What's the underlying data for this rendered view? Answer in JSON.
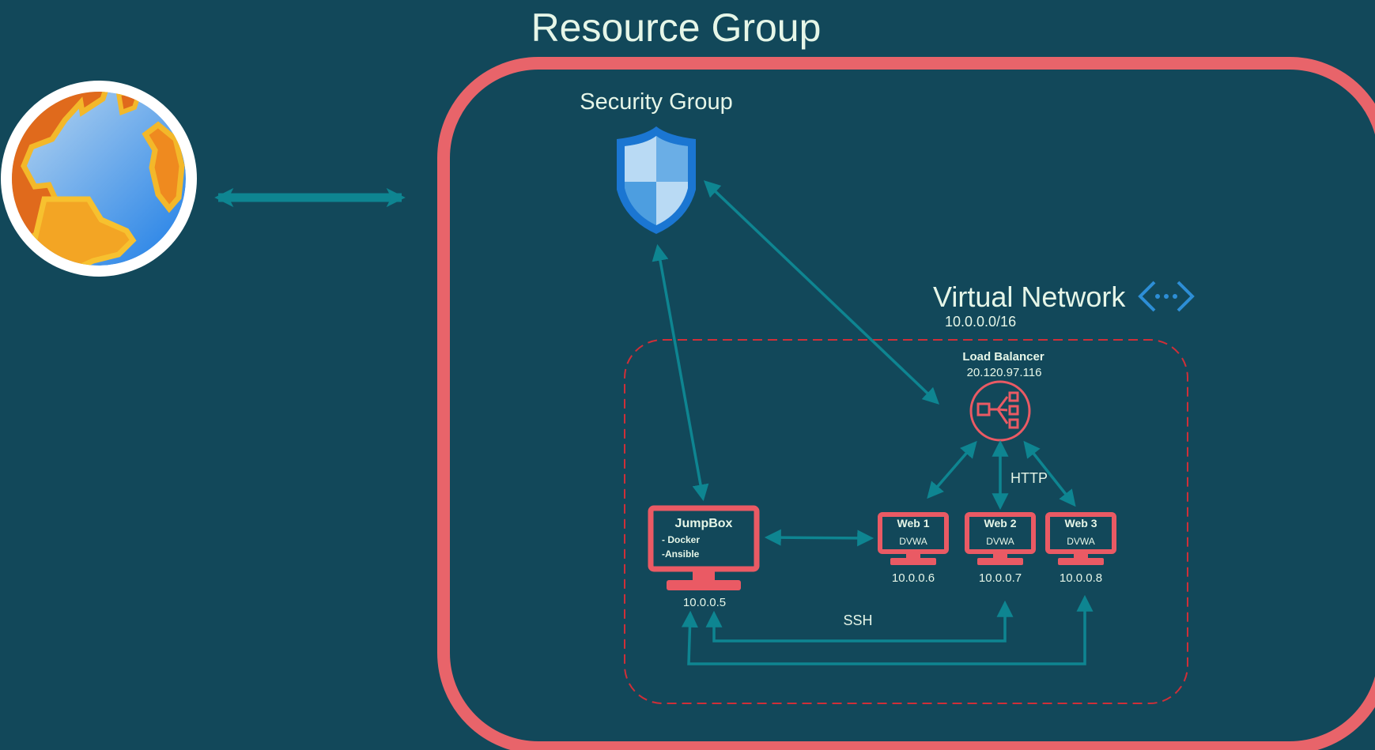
{
  "resource_group": {
    "title": "Resource Group"
  },
  "security_group": {
    "label": "Security Group"
  },
  "virtual_network": {
    "label": "Virtual Network",
    "cidr": "10.0.0.0/16"
  },
  "load_balancer": {
    "label": "Load Balancer",
    "ip": "20.120.97.116"
  },
  "jumpbox": {
    "name": "JumpBox",
    "line1": "- Docker",
    "line2": "-Ansible",
    "ip": "10.0.0.5"
  },
  "web_servers": [
    {
      "name": "Web 1",
      "app": "DVWA",
      "ip": "10.0.0.6"
    },
    {
      "name": "Web 2",
      "app": "DVWA",
      "ip": "10.0.0.7"
    },
    {
      "name": "Web 3",
      "app": "DVWA",
      "ip": "10.0.0.8"
    }
  ],
  "protocols": {
    "http": "HTTP",
    "ssh": "SSH"
  },
  "colors": {
    "background": "#12485a",
    "resource_group_border": "#e8646a",
    "accent_coral": "#ea5a64",
    "arrow_teal": "#0e8591",
    "label_text": "#e6f6e8",
    "vnet_icon": "#2d8ed6",
    "shield": "#1b76d2"
  },
  "icons": [
    "globe-icon",
    "shield-icon",
    "virtual-network-icon",
    "load-balancer-icon",
    "monitor-icon"
  ]
}
